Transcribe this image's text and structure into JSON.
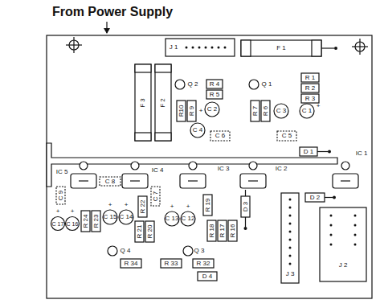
{
  "diagram": {
    "labels": [
      "From Power Supply",
      "J 1",
      "F 1",
      "F 3",
      "F 2",
      "Q 2",
      "R 4",
      "R 5",
      "Q 1",
      "R 1",
      "R 2",
      "R 3",
      "R10",
      "R 9",
      "+",
      "C 2",
      "C 4",
      "R 7",
      "R 6",
      "C 3",
      "C 1",
      "+",
      "C 6",
      "C 5",
      "D 1",
      "IC 5",
      "C 8",
      "IC 4",
      "IC 3",
      "IC 2",
      "IC 1",
      "D 2",
      "C 9",
      "C 7",
      "+",
      "+",
      "C 17",
      "C 16",
      "R 24",
      "R 23",
      "+",
      "+",
      "C 15",
      "C 14",
      "R 22",
      "R 21",
      "R 20",
      "+",
      "+",
      "C 13",
      "C 12",
      "R 19",
      "R 18",
      "R 17",
      "R 16",
      "D 3",
      "Q 4",
      "R 34",
      "R 33",
      "Q 3",
      "R 32",
      "D 4",
      "J 3",
      "J 2"
    ]
  }
}
